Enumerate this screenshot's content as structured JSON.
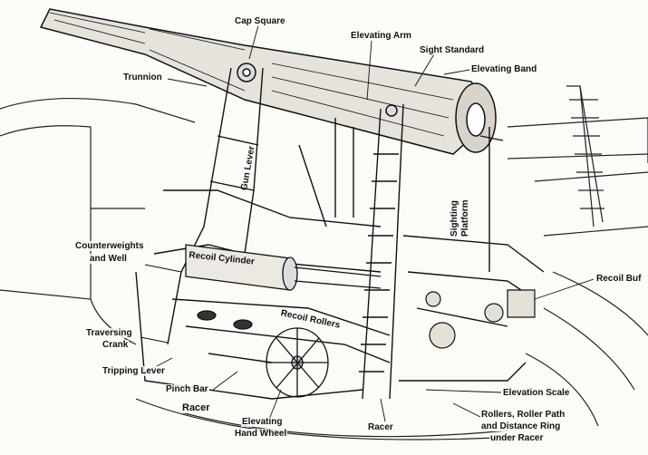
{
  "labels": {
    "cap_square": "Cap Square",
    "elevating_arm": "Elevating Arm",
    "sight_standard": "Sight Standard",
    "elevating_band": "Elevating Band",
    "trunnion": "Trunnion",
    "gun_lever": "Gun Lever",
    "sighting_platform_1": "Sighting",
    "sighting_platform_2": "Platform",
    "recoil_cylinder": "Recoil Cylinder",
    "counterweights_1": "Counterweights",
    "counterweights_2": "and Well",
    "recoil_buffer": "Recoil Buf",
    "recoil_rollers": "Recoil Rollers",
    "traversing_crank_1": "Traversing",
    "traversing_crank_2": "Crank",
    "tripping_lever": "Tripping Lever",
    "pinch_bar": "Pinch Bar",
    "racer_left": "Racer",
    "elevating_hand_wheel_1": "Elevating",
    "elevating_hand_wheel_2": "Hand Wheel",
    "racer_bottom": "Racer",
    "elevation_scale": "Elevation Scale",
    "rollers_1": "Rollers, Roller Path",
    "rollers_2": "and Distance Ring",
    "rollers_3": "under Racer"
  }
}
